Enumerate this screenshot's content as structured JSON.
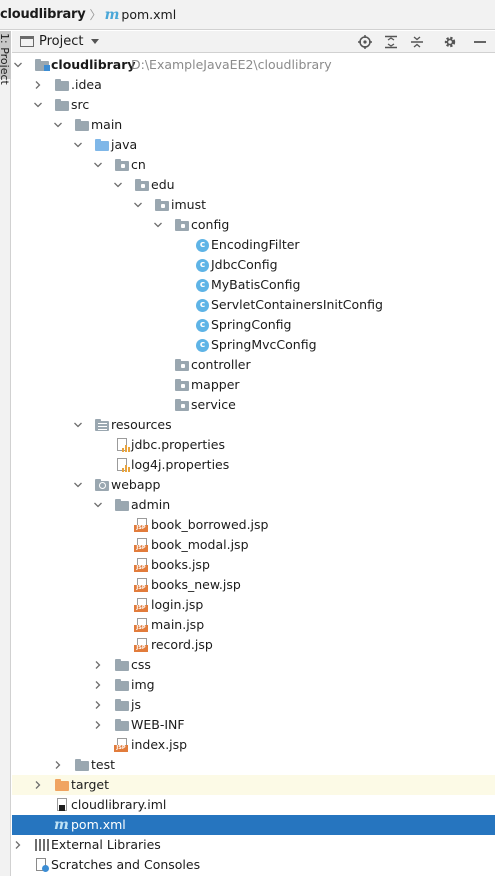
{
  "breadcrumb": {
    "project": "cloudlibrary",
    "file": "pom.xml",
    "file_icon": "m"
  },
  "side_tab": {
    "label": "1: Project"
  },
  "toolbar": {
    "view_label": "Project",
    "buttons": [
      "locate-icon",
      "expand-all-icon",
      "collapse-all-icon",
      "settings-gear-icon",
      "hide-icon"
    ]
  },
  "tree": {
    "root": {
      "label": "cloudlibrary",
      "path": "D:\\ExampleJavaEE2\\cloudlibrary"
    },
    "idea": ".idea",
    "src": "src",
    "main": "main",
    "java": "java",
    "cn": "cn",
    "edu": "edu",
    "imust": "imust",
    "config": "config",
    "classes": [
      "EncodingFilter",
      "JdbcConfig",
      "MyBatisConfig",
      "ServletContainersInitConfig",
      "SpringConfig",
      "SpringMvcConfig"
    ],
    "controller": "controller",
    "mapper": "mapper",
    "service": "service",
    "resources": "resources",
    "properties": [
      "jdbc.properties",
      "log4j.properties"
    ],
    "webapp": "webapp",
    "admin": "admin",
    "jsp_files": [
      "book_borrowed.jsp",
      "book_modal.jsp",
      "books.jsp",
      "books_new.jsp",
      "login.jsp",
      "main.jsp",
      "record.jsp"
    ],
    "webapp_folders": [
      "css",
      "img",
      "js",
      "WEB-INF"
    ],
    "index_jsp": "index.jsp",
    "test": "test",
    "target": "target",
    "iml": "cloudlibrary.iml",
    "pom": "pom.xml",
    "external_libraries": "External Libraries",
    "scratches": "Scratches and Consoles"
  },
  "colors": {
    "selection": "#2675bf",
    "excluded_row": "#fcfae6",
    "folder": "#9aa7b0",
    "source_folder": "#7fb7e8",
    "excluded_folder": "#f0a461",
    "class_icon": "#5fb4e6",
    "maven": "#4aa7d8",
    "path_hint": "#8b8b8b"
  }
}
